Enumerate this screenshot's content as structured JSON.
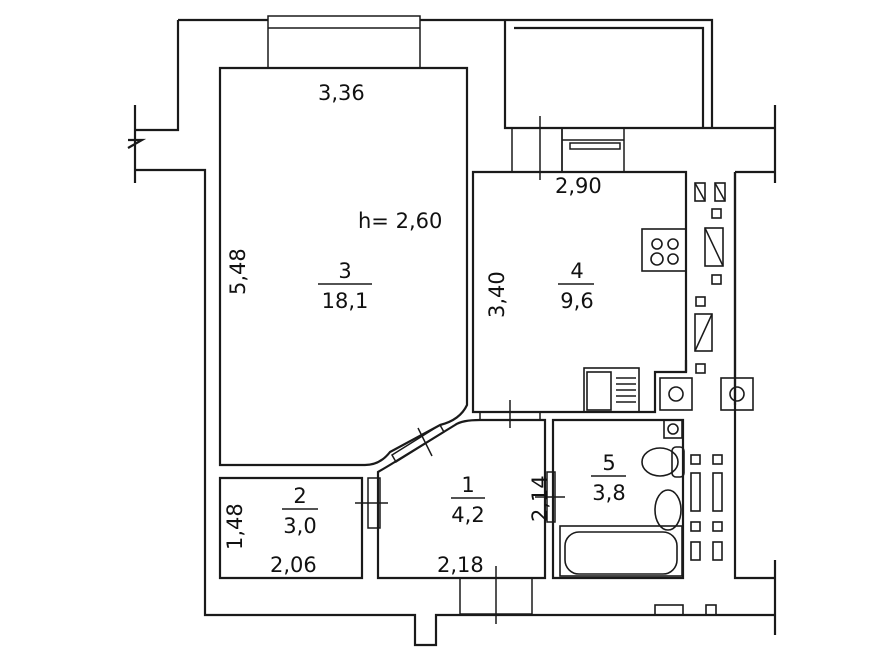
{
  "ceiling_height": "h= 2,60",
  "rooms": [
    {
      "number": "1",
      "area": "4,2"
    },
    {
      "number": "2",
      "area": "3,0"
    },
    {
      "number": "3",
      "area": "18,1"
    },
    {
      "number": "4",
      "area": "9,6"
    },
    {
      "number": "5",
      "area": "3,8"
    }
  ],
  "dimensions": {
    "room3_width": "3,36",
    "room3_length": "5,48",
    "room4_width": "2,90",
    "room4_length": "3,40",
    "room2_width": "2,06",
    "room2_length": "1,48",
    "room1_width": "2,18",
    "room1_length": "2,14"
  }
}
